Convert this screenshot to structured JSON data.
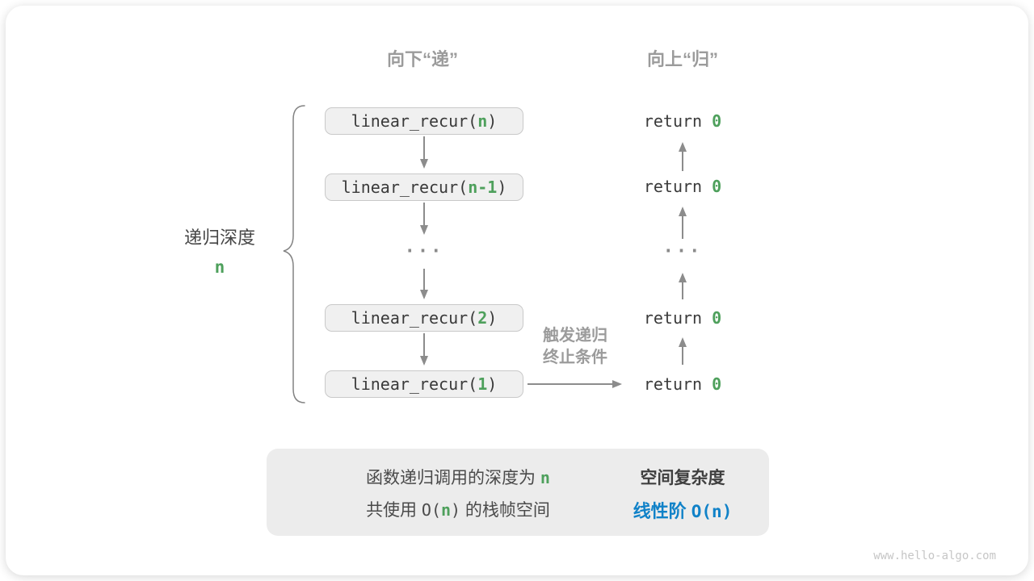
{
  "headers": {
    "down": "向下“递”",
    "up": "向上“归”"
  },
  "depth_label": {
    "text": "递归深度",
    "value": "n"
  },
  "calls": [
    {
      "prefix": "linear_recur(",
      "arg": "n",
      "suffix": ")"
    },
    {
      "prefix": "linear_recur(",
      "arg": "n-1",
      "suffix": ")"
    },
    {
      "prefix": "linear_recur(",
      "arg": "2",
      "suffix": ")"
    },
    {
      "prefix": "linear_recur(",
      "arg": "1",
      "suffix": ")"
    }
  ],
  "ellipsis": "...",
  "returns": [
    {
      "keyword": "return ",
      "value": "0"
    },
    {
      "keyword": "return ",
      "value": "0"
    },
    {
      "keyword": "return ",
      "value": "0"
    },
    {
      "keyword": "return ",
      "value": "0"
    }
  ],
  "trigger_label": {
    "line1": "触发递归",
    "line2": "终止条件"
  },
  "summary": {
    "line1_zh": "函数递归调用的深度为 ",
    "line1_arg": "n",
    "line2_zh1": "共使用 ",
    "line2_o": "O(",
    "line2_arg": "n",
    "line2_close": ")",
    "line2_zh2": " 的栈帧空间",
    "result_title": "空间复杂度",
    "result_zh": "线性阶 ",
    "result_big_o": "O(n)"
  },
  "watermark": "www.hello-algo.com",
  "colors": {
    "green": "#4ea05c",
    "blue": "#1182c8",
    "arrow_gray": "#8c8c8c",
    "box_fill": "#f0f0f0",
    "box_border": "#c9c9c9",
    "summary_fill": "#ececec"
  }
}
